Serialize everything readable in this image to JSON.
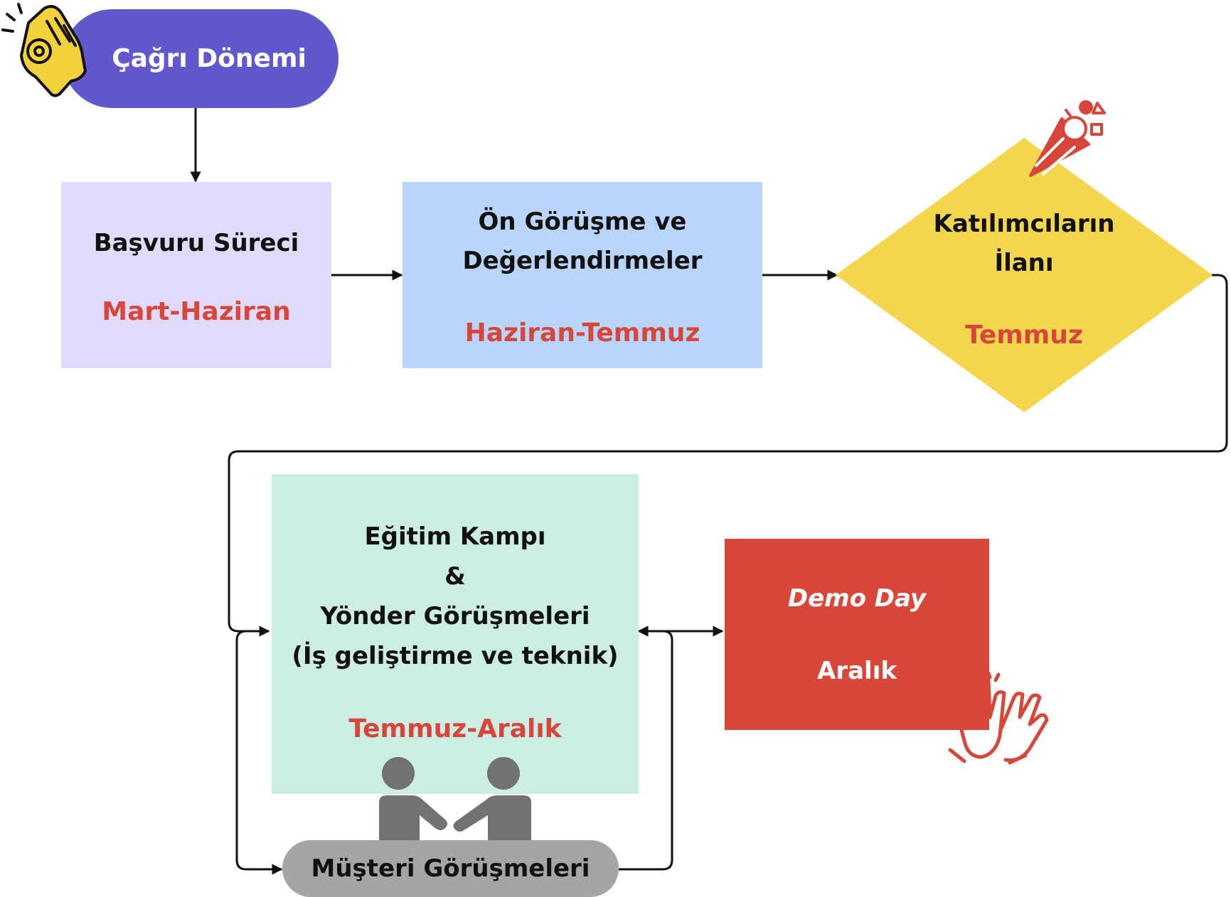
{
  "start": {
    "label": "Çağrı Dönemi",
    "color": "#6159cb"
  },
  "steps": [
    {
      "title": "Başvuru Süreci",
      "period": "Mart-Haziran",
      "color": "#e1dafc"
    },
    {
      "title_line1": "Ön Görüşme ve",
      "title_line2": "Değerlendirmeler",
      "period": "Haziran-Temmuz",
      "color": "#b9d5fb"
    },
    {
      "title_line1": "Katılımcıların",
      "title_line2": "İlanı",
      "period": "Temmuz",
      "color": "#f4d64e"
    }
  ],
  "bootcamp": {
    "line1": "Eğitim Kampı",
    "line2": "&",
    "line3": "Yönder Görüşmeleri",
    "line4": "(İş geliştirme ve teknik)",
    "period": "Temmuz-Aralık",
    "color": "#cbede3"
  },
  "demo": {
    "title": "Demo Day",
    "period": "Aralık",
    "color": "#d8473a"
  },
  "customer": {
    "label": "Müşteri Görüşmeleri",
    "color": "#a5a5a5"
  },
  "icons": [
    "ok-hand-icon",
    "flower-bouquet-icon",
    "high-five-icon",
    "handshake-icon"
  ],
  "colors": {
    "accent_red": "#d7463a",
    "text": "#111111",
    "connector": "#111111"
  }
}
